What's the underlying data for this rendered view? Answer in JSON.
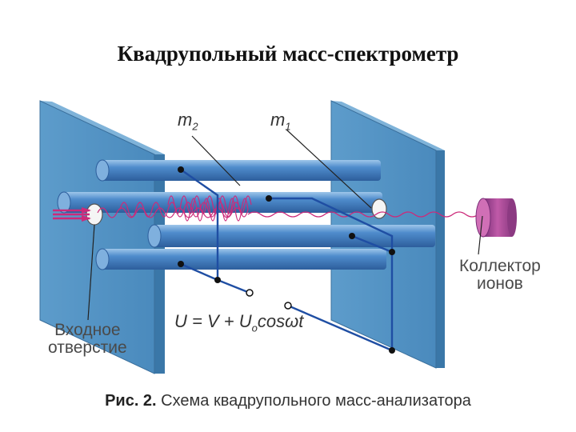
{
  "title": "Квадрупольный масс-спектрометр",
  "labels": {
    "m2_base": "m",
    "m2_sub": "2",
    "m1_base": "m",
    "m1_sub": "1",
    "collector_line1": "Коллектор",
    "collector_line2": "ионов",
    "inlet_line1": "Входное",
    "inlet_line2": "отверстие",
    "formula_main": "U = V + U",
    "formula_sub": "o",
    "formula_tail": "cosωt"
  },
  "caption": {
    "prefix": "Рис. 2.",
    "text": " Схема квадрупольного масс-анализатора"
  },
  "colors": {
    "plate": "#5b9bc9",
    "rod": "#4b86c3",
    "wire": "#1f4ea3",
    "ion_beam": "#cc2a7a",
    "collector": "#b8489e"
  }
}
